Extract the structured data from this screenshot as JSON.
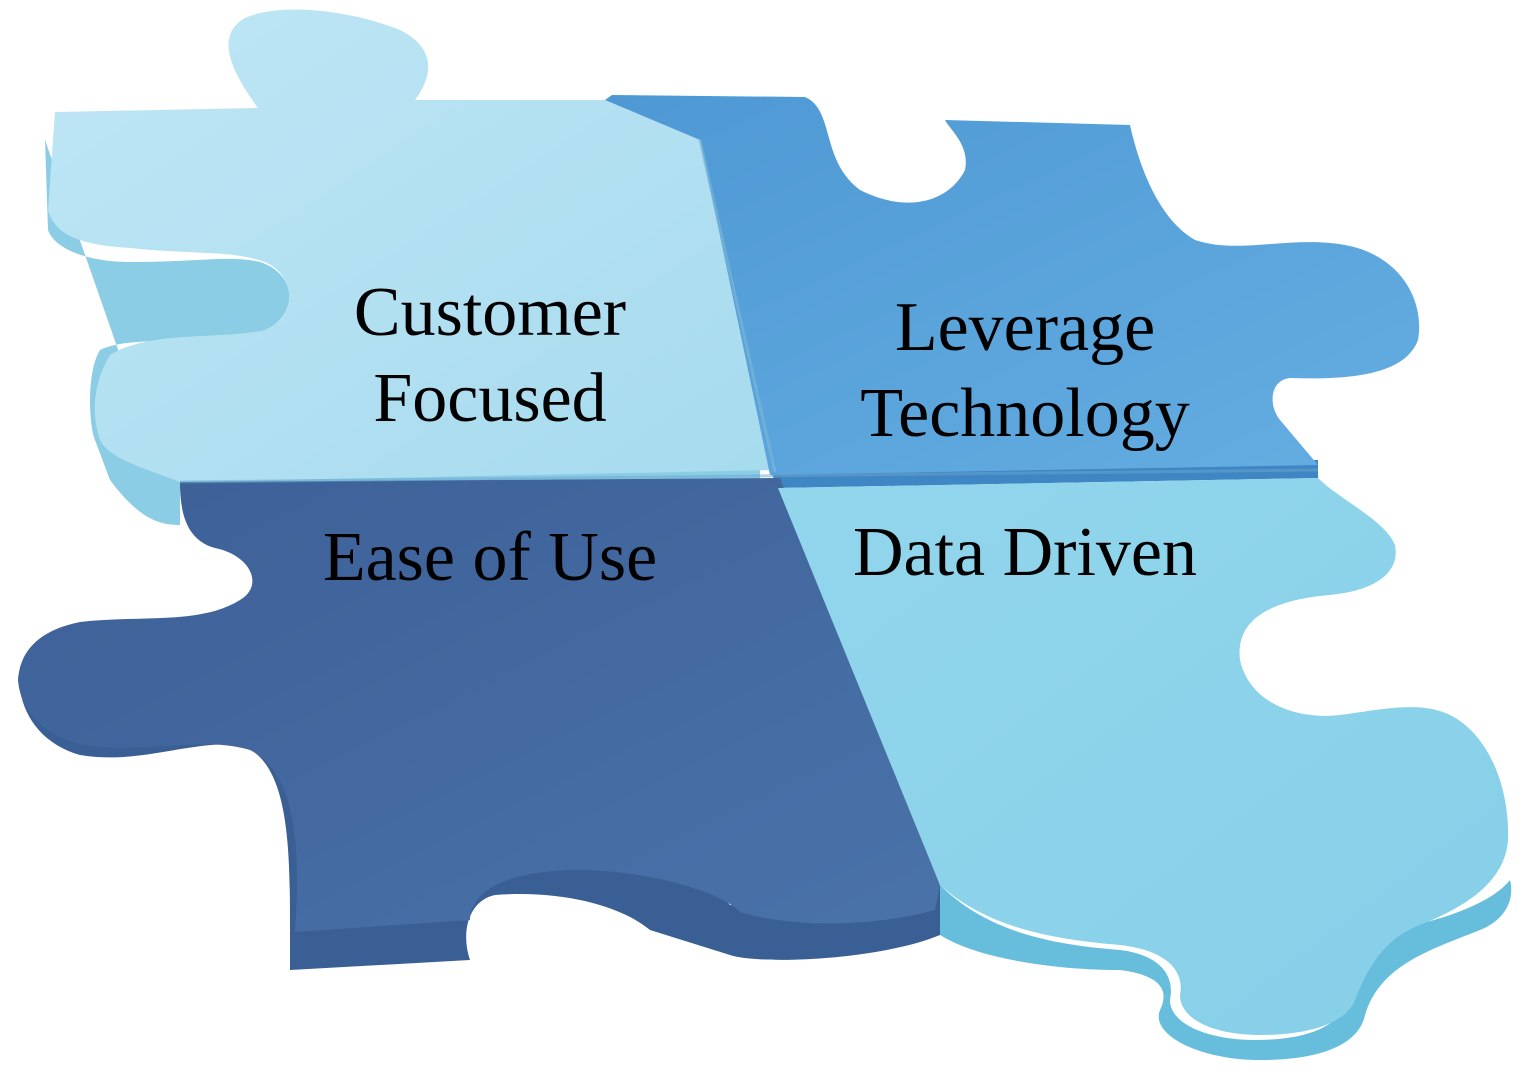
{
  "pieces": [
    {
      "id": "customer-focused",
      "lines": [
        "Customer",
        "Focused"
      ],
      "color": "#a9dcee"
    },
    {
      "id": "leverage-technology",
      "lines": [
        "Leverage",
        "Technology"
      ],
      "color": "#5ba4dc"
    },
    {
      "id": "ease-of-use",
      "lines": [
        "Ease of Use"
      ],
      "color": "#436aa0"
    },
    {
      "id": "data-driven",
      "lines": [
        "Data Driven"
      ],
      "color": "#8fd3ea"
    }
  ]
}
